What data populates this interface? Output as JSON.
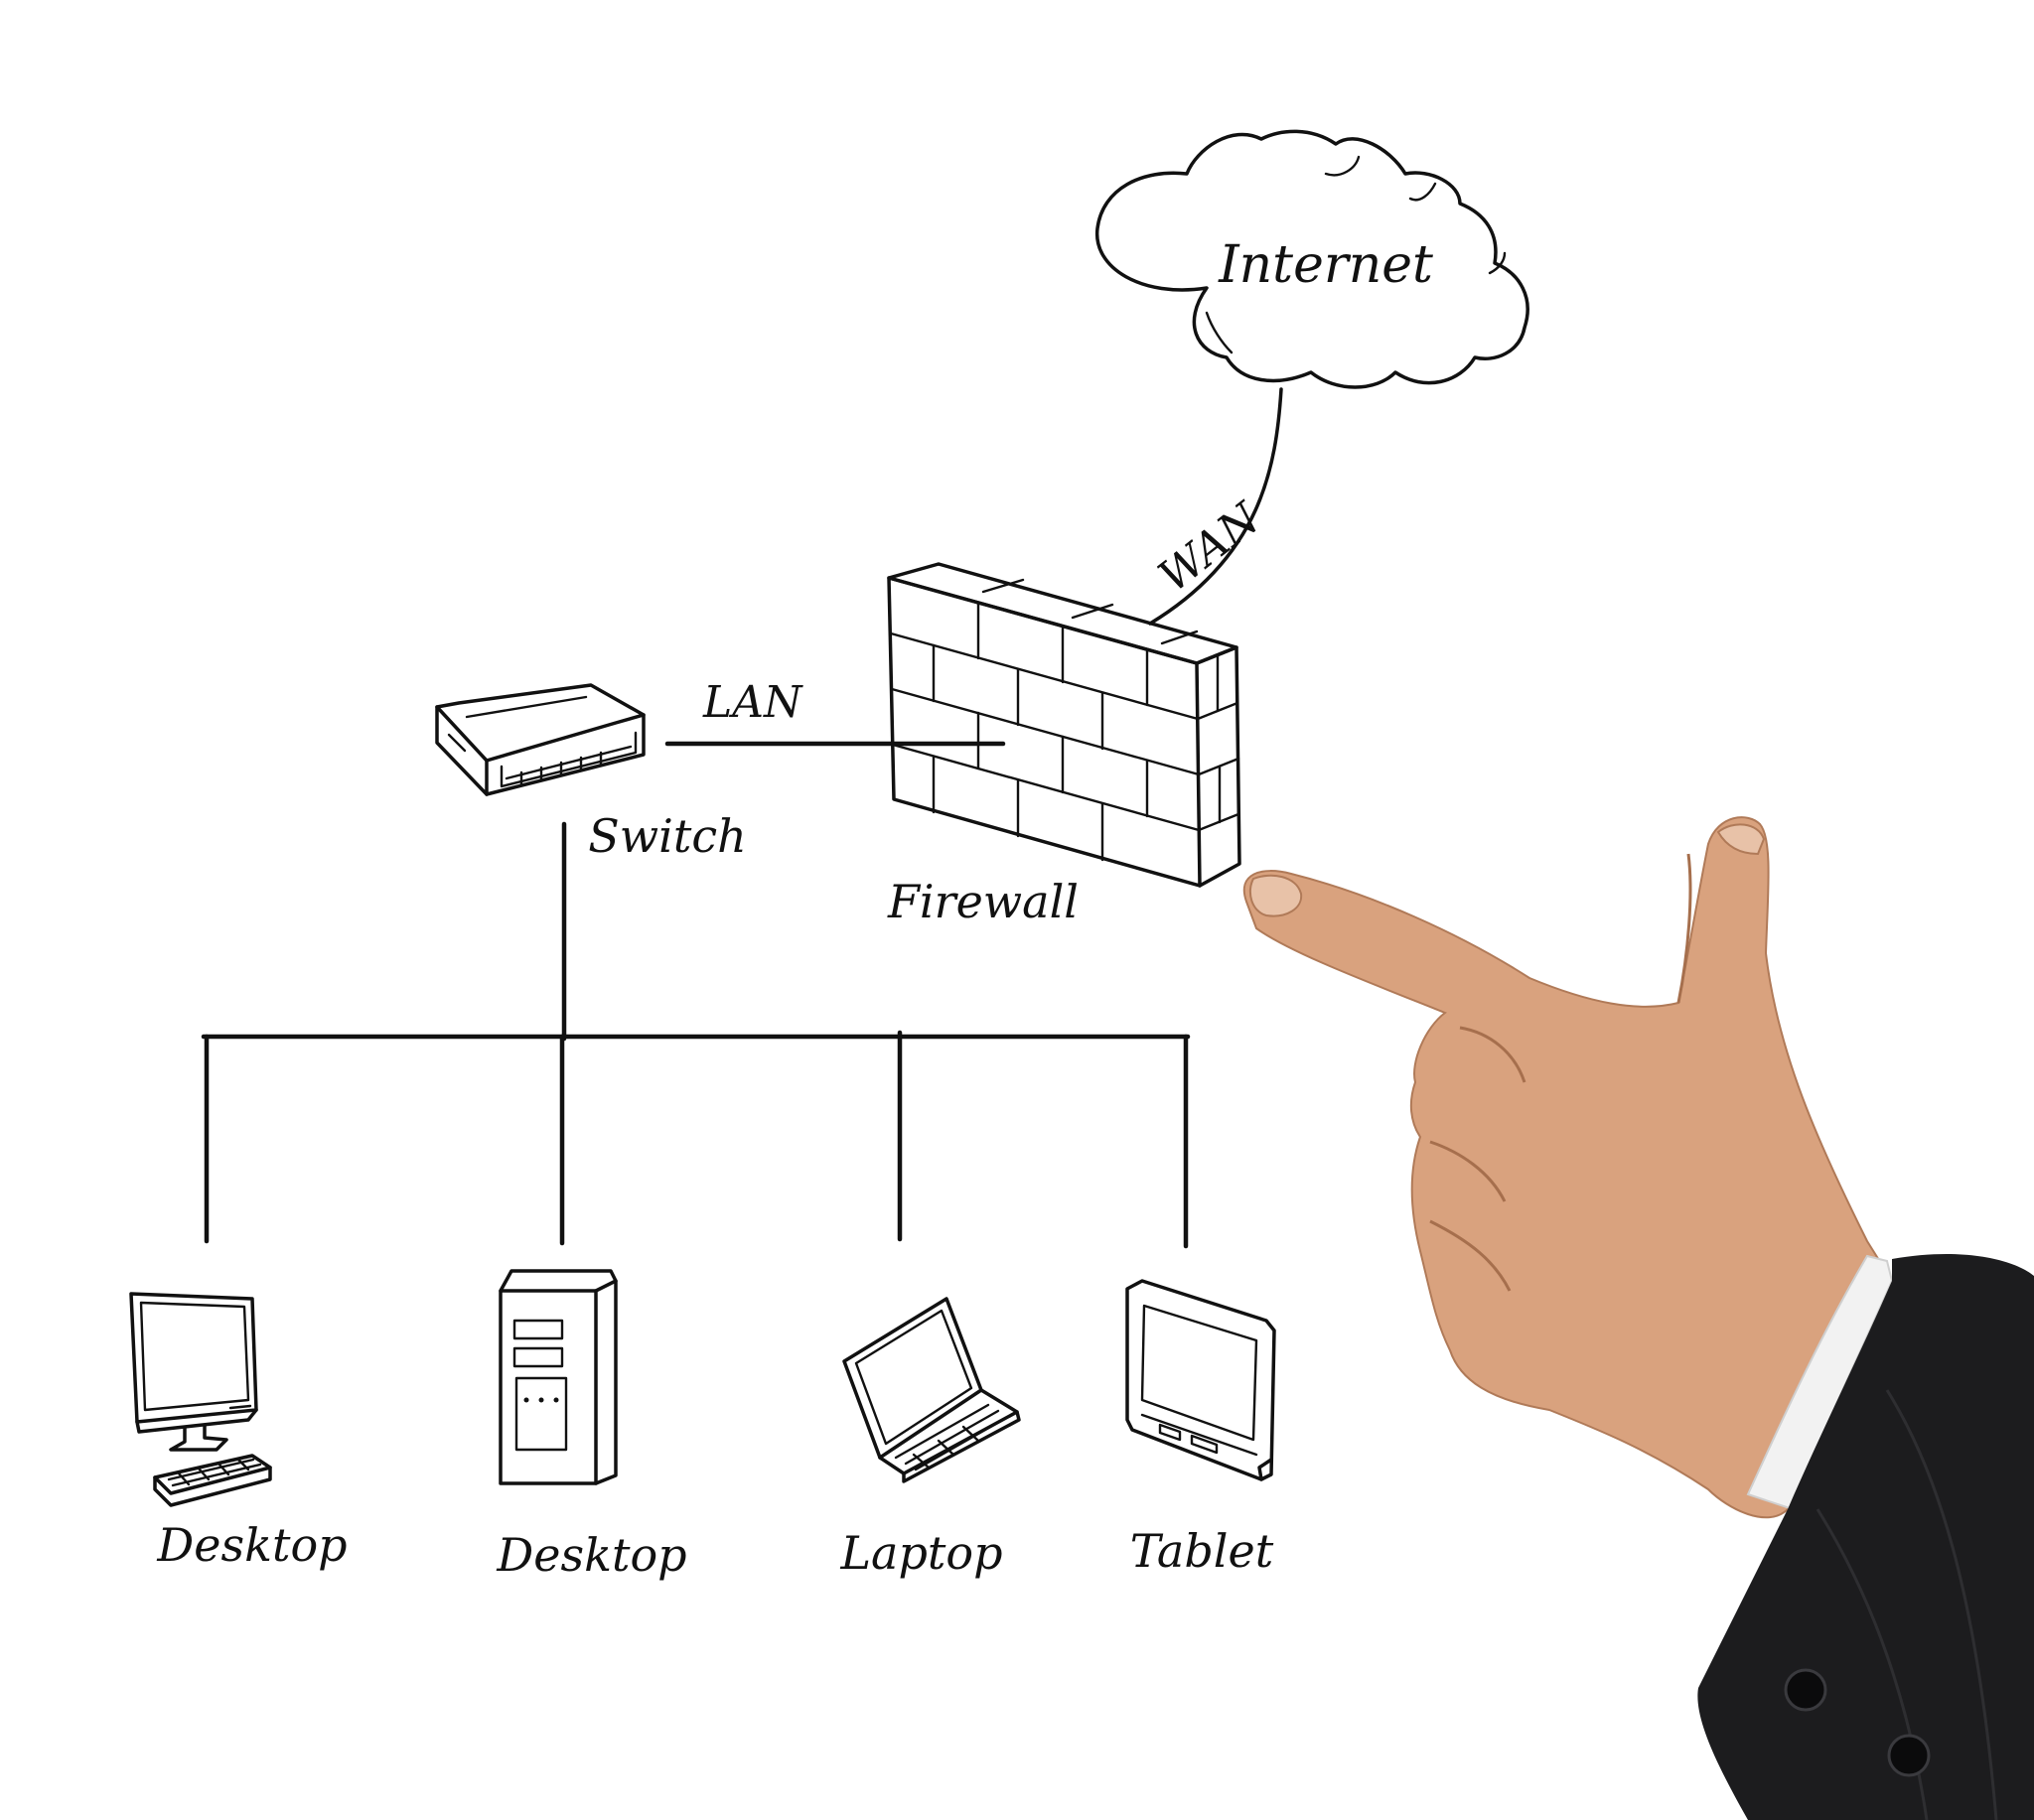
{
  "diagram": {
    "nodes": {
      "internet": "Internet",
      "switch": "Switch",
      "firewall": "Firewall",
      "desktop_1": "Desktop",
      "desktop_2": "Desktop",
      "laptop": "Laptop",
      "tablet": "Tablet"
    },
    "edges": {
      "wan": "WAN",
      "lan": "LAN"
    },
    "links": [
      {
        "from": "internet",
        "to": "firewall",
        "label": "WAN"
      },
      {
        "from": "firewall",
        "to": "switch",
        "label": "LAN"
      },
      {
        "from": "switch",
        "to": "desktop_1"
      },
      {
        "from": "switch",
        "to": "desktop_2"
      },
      {
        "from": "switch",
        "to": "laptop"
      },
      {
        "from": "switch",
        "to": "tablet"
      }
    ]
  },
  "colors": {
    "ink": "#111111",
    "background": "#ffffff",
    "skin": "#d9a27e",
    "sleeve": "#1c1c1e"
  }
}
